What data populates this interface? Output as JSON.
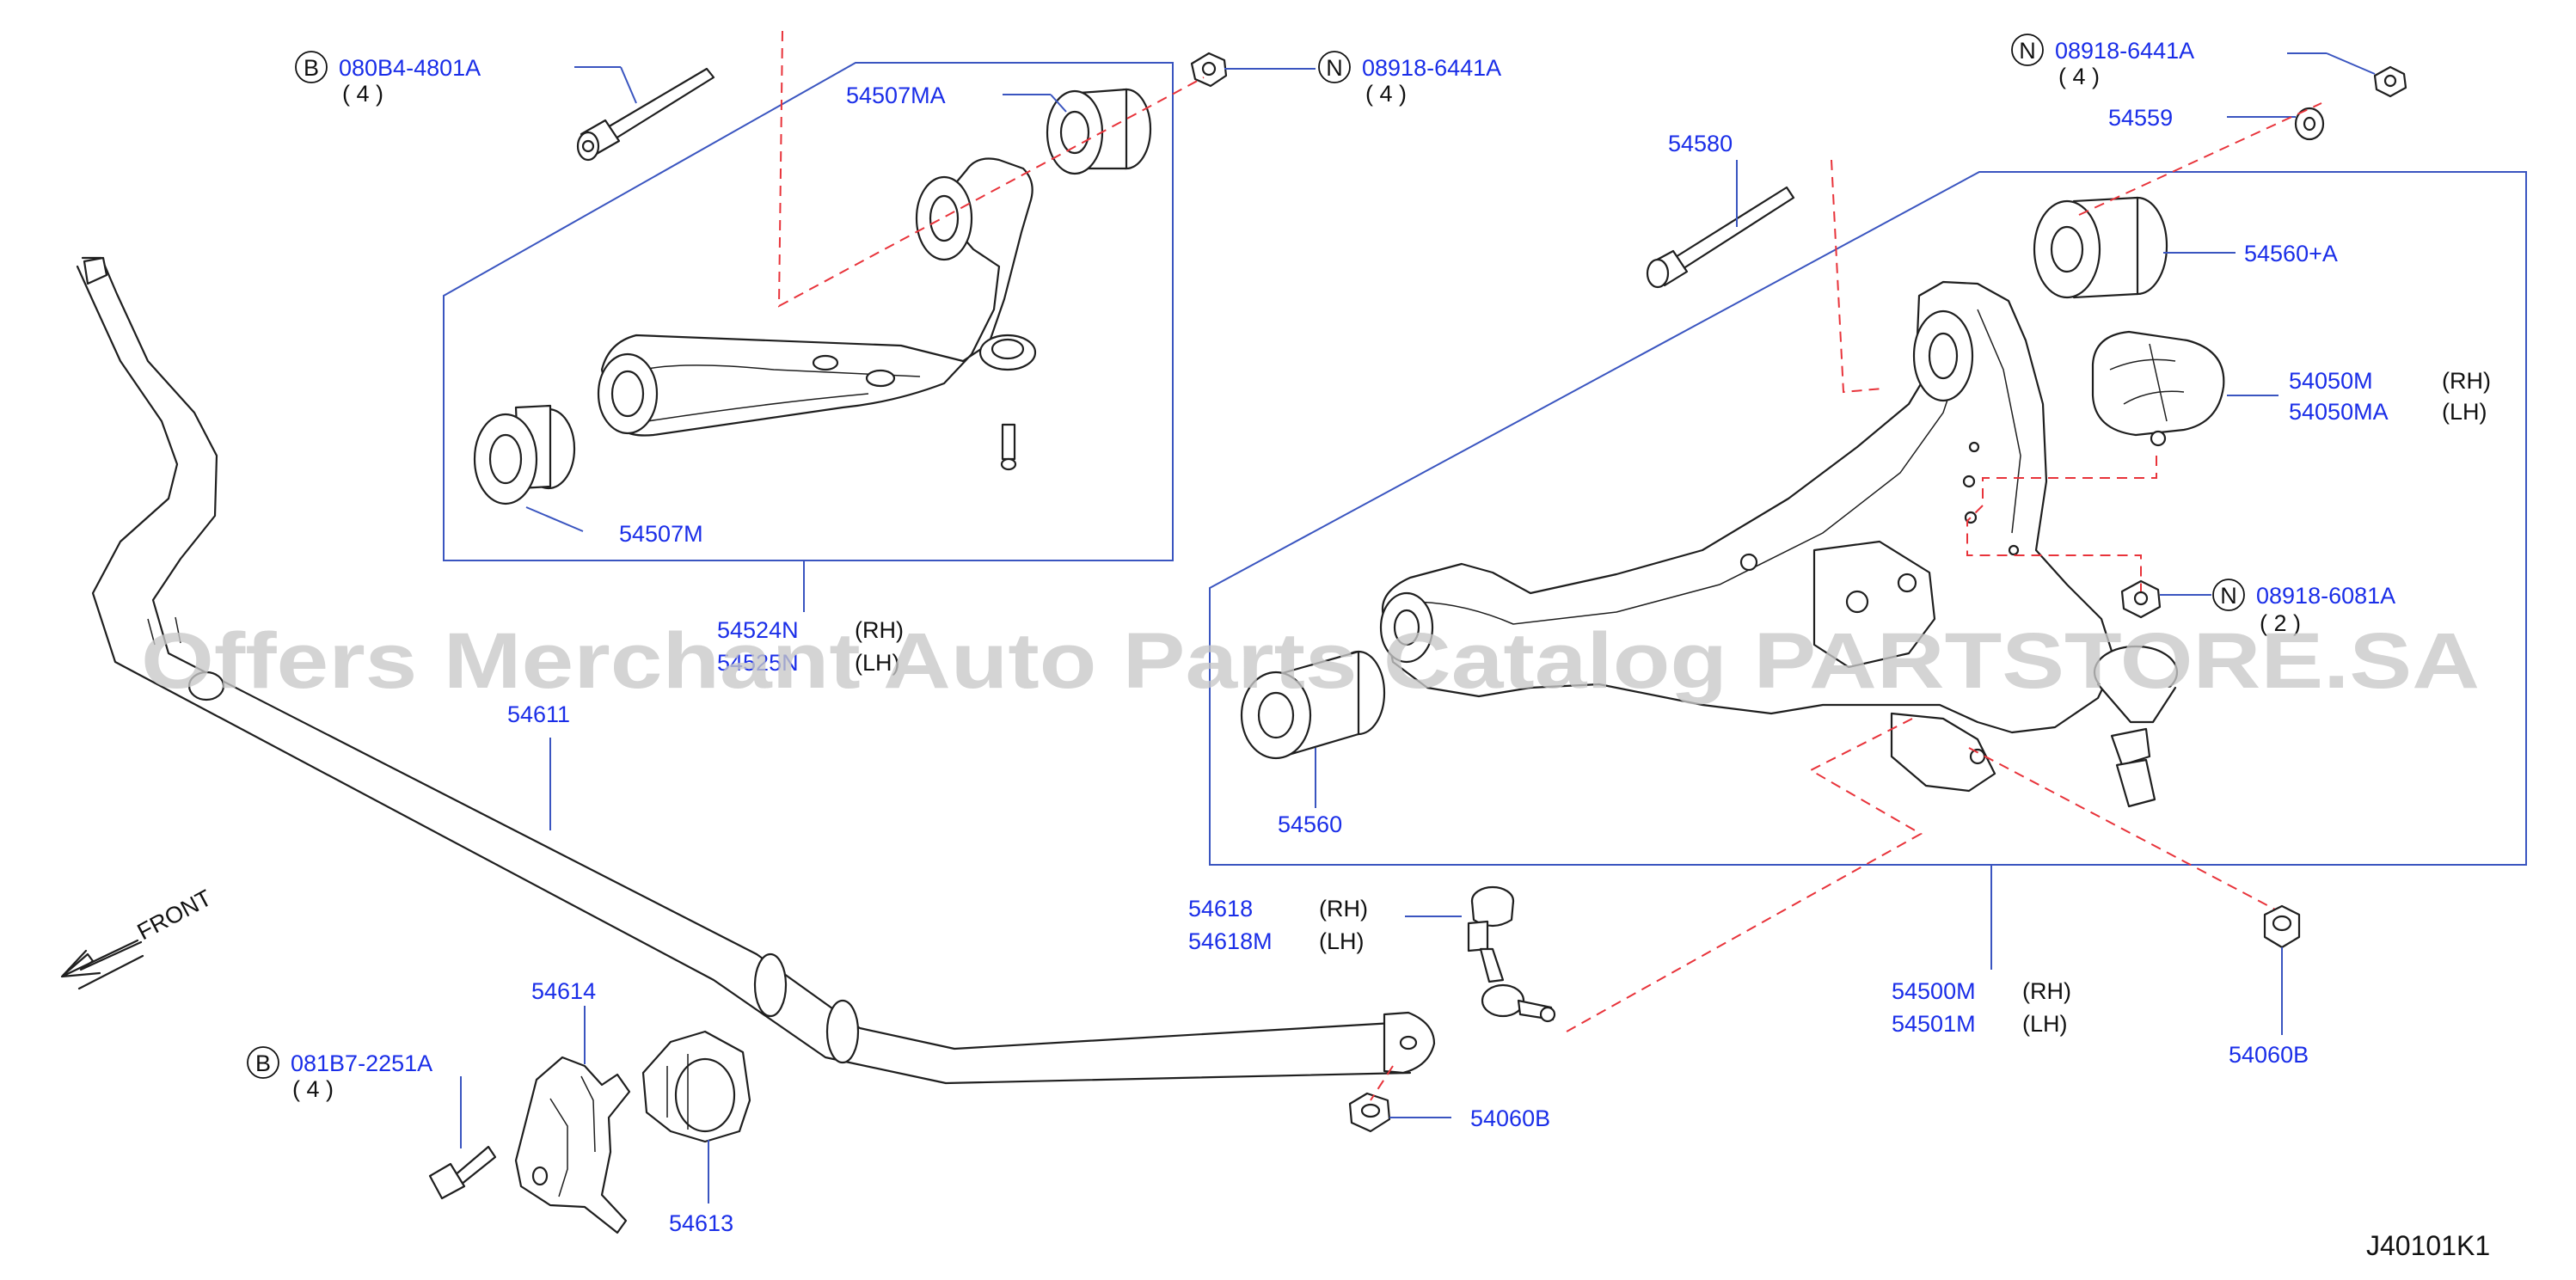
{
  "labels": {
    "bolt_upper": {
      "code": "B",
      "part": "080B4-4801A",
      "qty": "( 4 )"
    },
    "nut_upper": {
      "code": "N",
      "part": "08918-6441A",
      "qty": "( 4 )"
    },
    "bushing_upper_front": "54507MA",
    "bushing_upper_rear": "54507M",
    "upper_arm": {
      "part_rh": "54524N",
      "rh": "(RH)",
      "part_lh": "54525N",
      "lh": "(LH)"
    },
    "nut_lower_top": {
      "code": "N",
      "part": "08918-6441A",
      "qty": "( 4 )"
    },
    "washer": "54559",
    "bolt_lower": "54580",
    "bushing_lower_rear": "54560+A",
    "dust_cover": {
      "part_rh": "54050M",
      "rh": "(RH)",
      "part_lh": "54050MA",
      "lh": "(LH)"
    },
    "nut_balljoint": {
      "code": "N",
      "part": "08918-6081A",
      "qty": "( 2 )"
    },
    "stabilizer_bar": "54611",
    "bushing_lower_front": "54560",
    "lower_arm": {
      "part_rh": "54500M",
      "rh": "(RH)",
      "part_lh": "54501M",
      "lh": "(LH)"
    },
    "connecting_rod": {
      "part_rh": "54618",
      "rh": "(RH)",
      "part_lh": "54618M",
      "lh": "(LH)"
    },
    "nut_link_right": "54060B",
    "nut_link_bottom": "54060B",
    "clamp": "54614",
    "stab_bushing": "54613",
    "bolt_clamp": {
      "code": "B",
      "part": "081B7-2251A",
      "qty": "( 4 )"
    },
    "front": "FRONT",
    "diagram_id": "J40101K1"
  },
  "watermark": "Offers Merchant Auto Parts Catalog PARTSTORE.SA",
  "colors": {
    "part_number": "#1a2ee8",
    "callout_line": "#3a55c0",
    "dashed": "#e8333a",
    "watermark": "#c8c8c8"
  },
  "icons": [
    "front-arrow-icon"
  ]
}
